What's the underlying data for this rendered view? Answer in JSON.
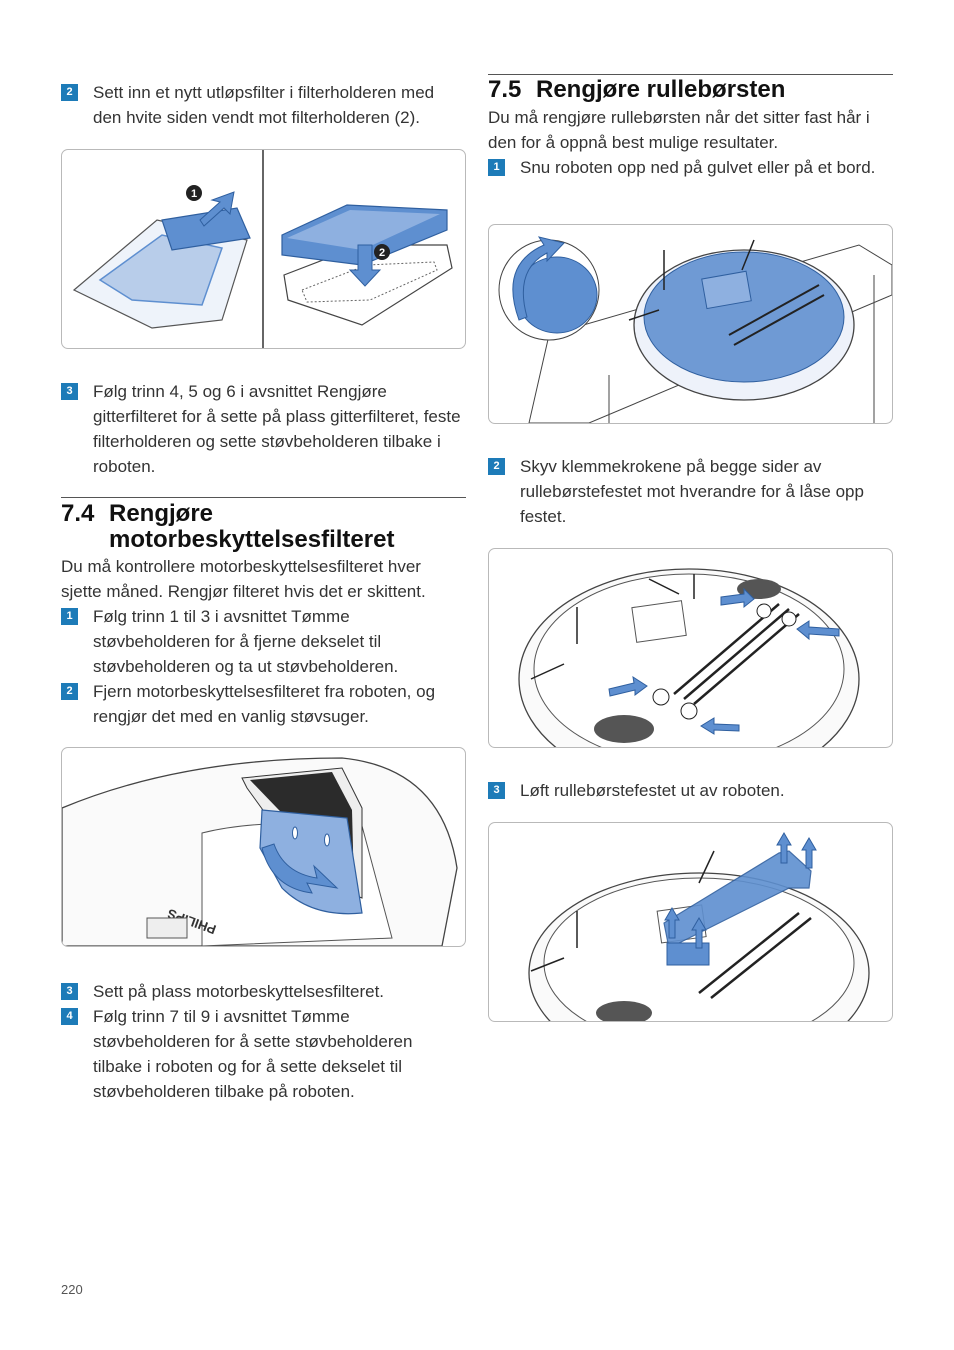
{
  "page_number": "220",
  "left": {
    "steps_top": [
      {
        "num": "2",
        "text": "Sett inn et nytt utløpsfilter i filterholderen med den hvite siden vendt mot filterholderen (2)."
      }
    ],
    "figure1": {
      "callout1": "1",
      "callout2": "2"
    },
    "steps_mid": [
      {
        "num": "3",
        "text": "Følg trinn 4, 5 og 6 i avsnittet Rengjøre gitterfilteret for å sette på plass gitterfilteret, feste filterholderen og sette støvbeholderen tilbake i roboten."
      }
    ],
    "section": {
      "number": "7.4",
      "title_line1": "Rengjøre",
      "title_line2": "motorbeskyttelsesfilteret"
    },
    "intro": "Du må kontrollere motorbeskyttelsesfilteret hver sjette måned. Rengjør filteret hvis det er skittent.",
    "steps_a": [
      {
        "num": "1",
        "text": "Følg trinn 1 til 3 i avsnittet Tømme støvbeholderen for å fjerne dekselet til støvbeholderen og ta ut støvbeholderen."
      },
      {
        "num": "2",
        "text": "Fjern motorbeskyttelsesfilteret fra roboten, og rengjør det med en vanlig støvsuger."
      }
    ],
    "figure2": {
      "brand": "PHILIPS"
    },
    "steps_b": [
      {
        "num": "3",
        "text": "Sett på plass motorbeskyttelsesfilteret."
      },
      {
        "num": "4",
        "text": "Følg trinn 7 til 9 i avsnittet Tømme støvbeholderen for å sette støvbeholderen tilbake i roboten og for å sette dekselet til støvbeholderen tilbake på roboten."
      }
    ]
  },
  "right": {
    "section": {
      "number": "7.5",
      "title": "Rengjøre rullebørsten"
    },
    "intro": "Du må rengjøre rullebørsten når det sitter fast hår i den for å oppnå best mulige resultater.",
    "steps": [
      {
        "num": "1",
        "text": "Snu roboten opp ned på gulvet eller på et bord."
      },
      {
        "num": "2",
        "text": "Skyv klemmekrokene på begge sider av rullebørstefestet mot hverandre for å låse opp festet."
      },
      {
        "num": "3",
        "text": "Løft rullebørstefestet ut av roboten."
      }
    ]
  },
  "colors": {
    "accent_blue": "#1d7bb8",
    "illustration_blue": "#5e8fd0",
    "light_blue": "#b8cdea"
  }
}
